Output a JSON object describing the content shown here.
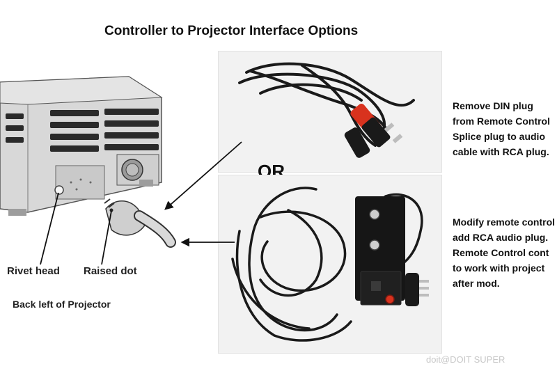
{
  "title": "Controller to Projector Interface Options",
  "or_label": "OR",
  "note_top": [
    "Remove DIN plug",
    "from Remote Control",
    "Splice plug to audio",
    "cable with RCA plug."
  ],
  "note_bottom": [
    "Modify remote control",
    "add RCA audio plug.",
    "Remote Control cont",
    "to work with project",
    "after mod."
  ],
  "labels": {
    "rivet_head": "Rivet head",
    "raised_dot": "Raised dot",
    "back_left": "Back left of Projector"
  },
  "watermark": "doit@DOIT SUPER",
  "icons": {
    "projector": "projector-back-illustration",
    "cable": "cable-photo",
    "remote": "remote-control-photo",
    "logo": "kodak-logo"
  },
  "colors": {
    "cable": "#1a1a1a",
    "rca_red": "#d8321e",
    "illustration": "#d7d7d7",
    "photo_bg": "#f2f2f2"
  }
}
